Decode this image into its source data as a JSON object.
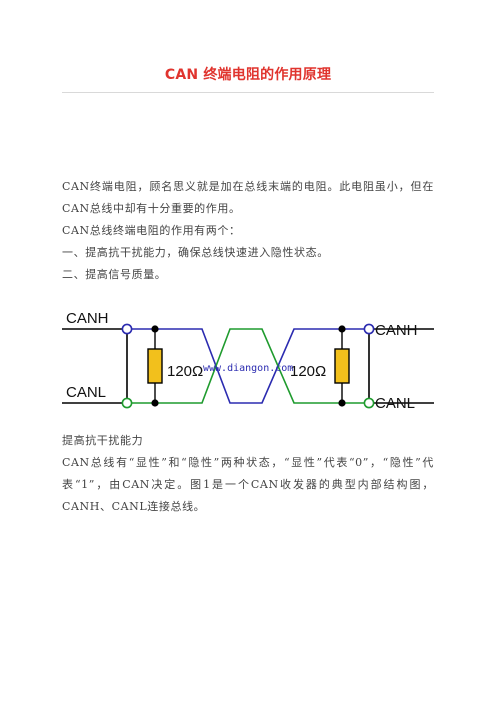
{
  "document": {
    "title": "CAN 终端电阻的作用原理",
    "paragraphs": [
      "CAN终端电阻，顾名思义就是加在总线末端的电阻。此电阻虽小，但在CAN总线中却有十分重要的作用。",
      "CAN总线终端电阻的作用有两个：",
      "一、提高抗干扰能力，确保总线快速进入隐性状态。",
      "二、提高信号质量。"
    ],
    "section_heading": "提高抗干扰能力",
    "section_paragraph": "CAN总线有“显性”和“隐性”两种状态，“显性”代表“0”，“隐性”代表“1”，由CAN决定。图1是一个CAN收发器的典型内部结构图，CANH、CANL连接总线。"
  },
  "figure": {
    "left_top_label": "CANH",
    "left_bottom_label": "CANL",
    "right_top_label": "CANH",
    "right_bottom_label": "CANL",
    "left_resistor_label": "120Ω",
    "right_resistor_label": "120Ω",
    "watermark": "www.diangon.com",
    "colors": {
      "canh_wire": "#2b2bb0",
      "canl_wire": "#1f9b2e",
      "resistor": "#f2c01c",
      "frame": "#000000",
      "watermark": "#2b2bb0"
    }
  }
}
